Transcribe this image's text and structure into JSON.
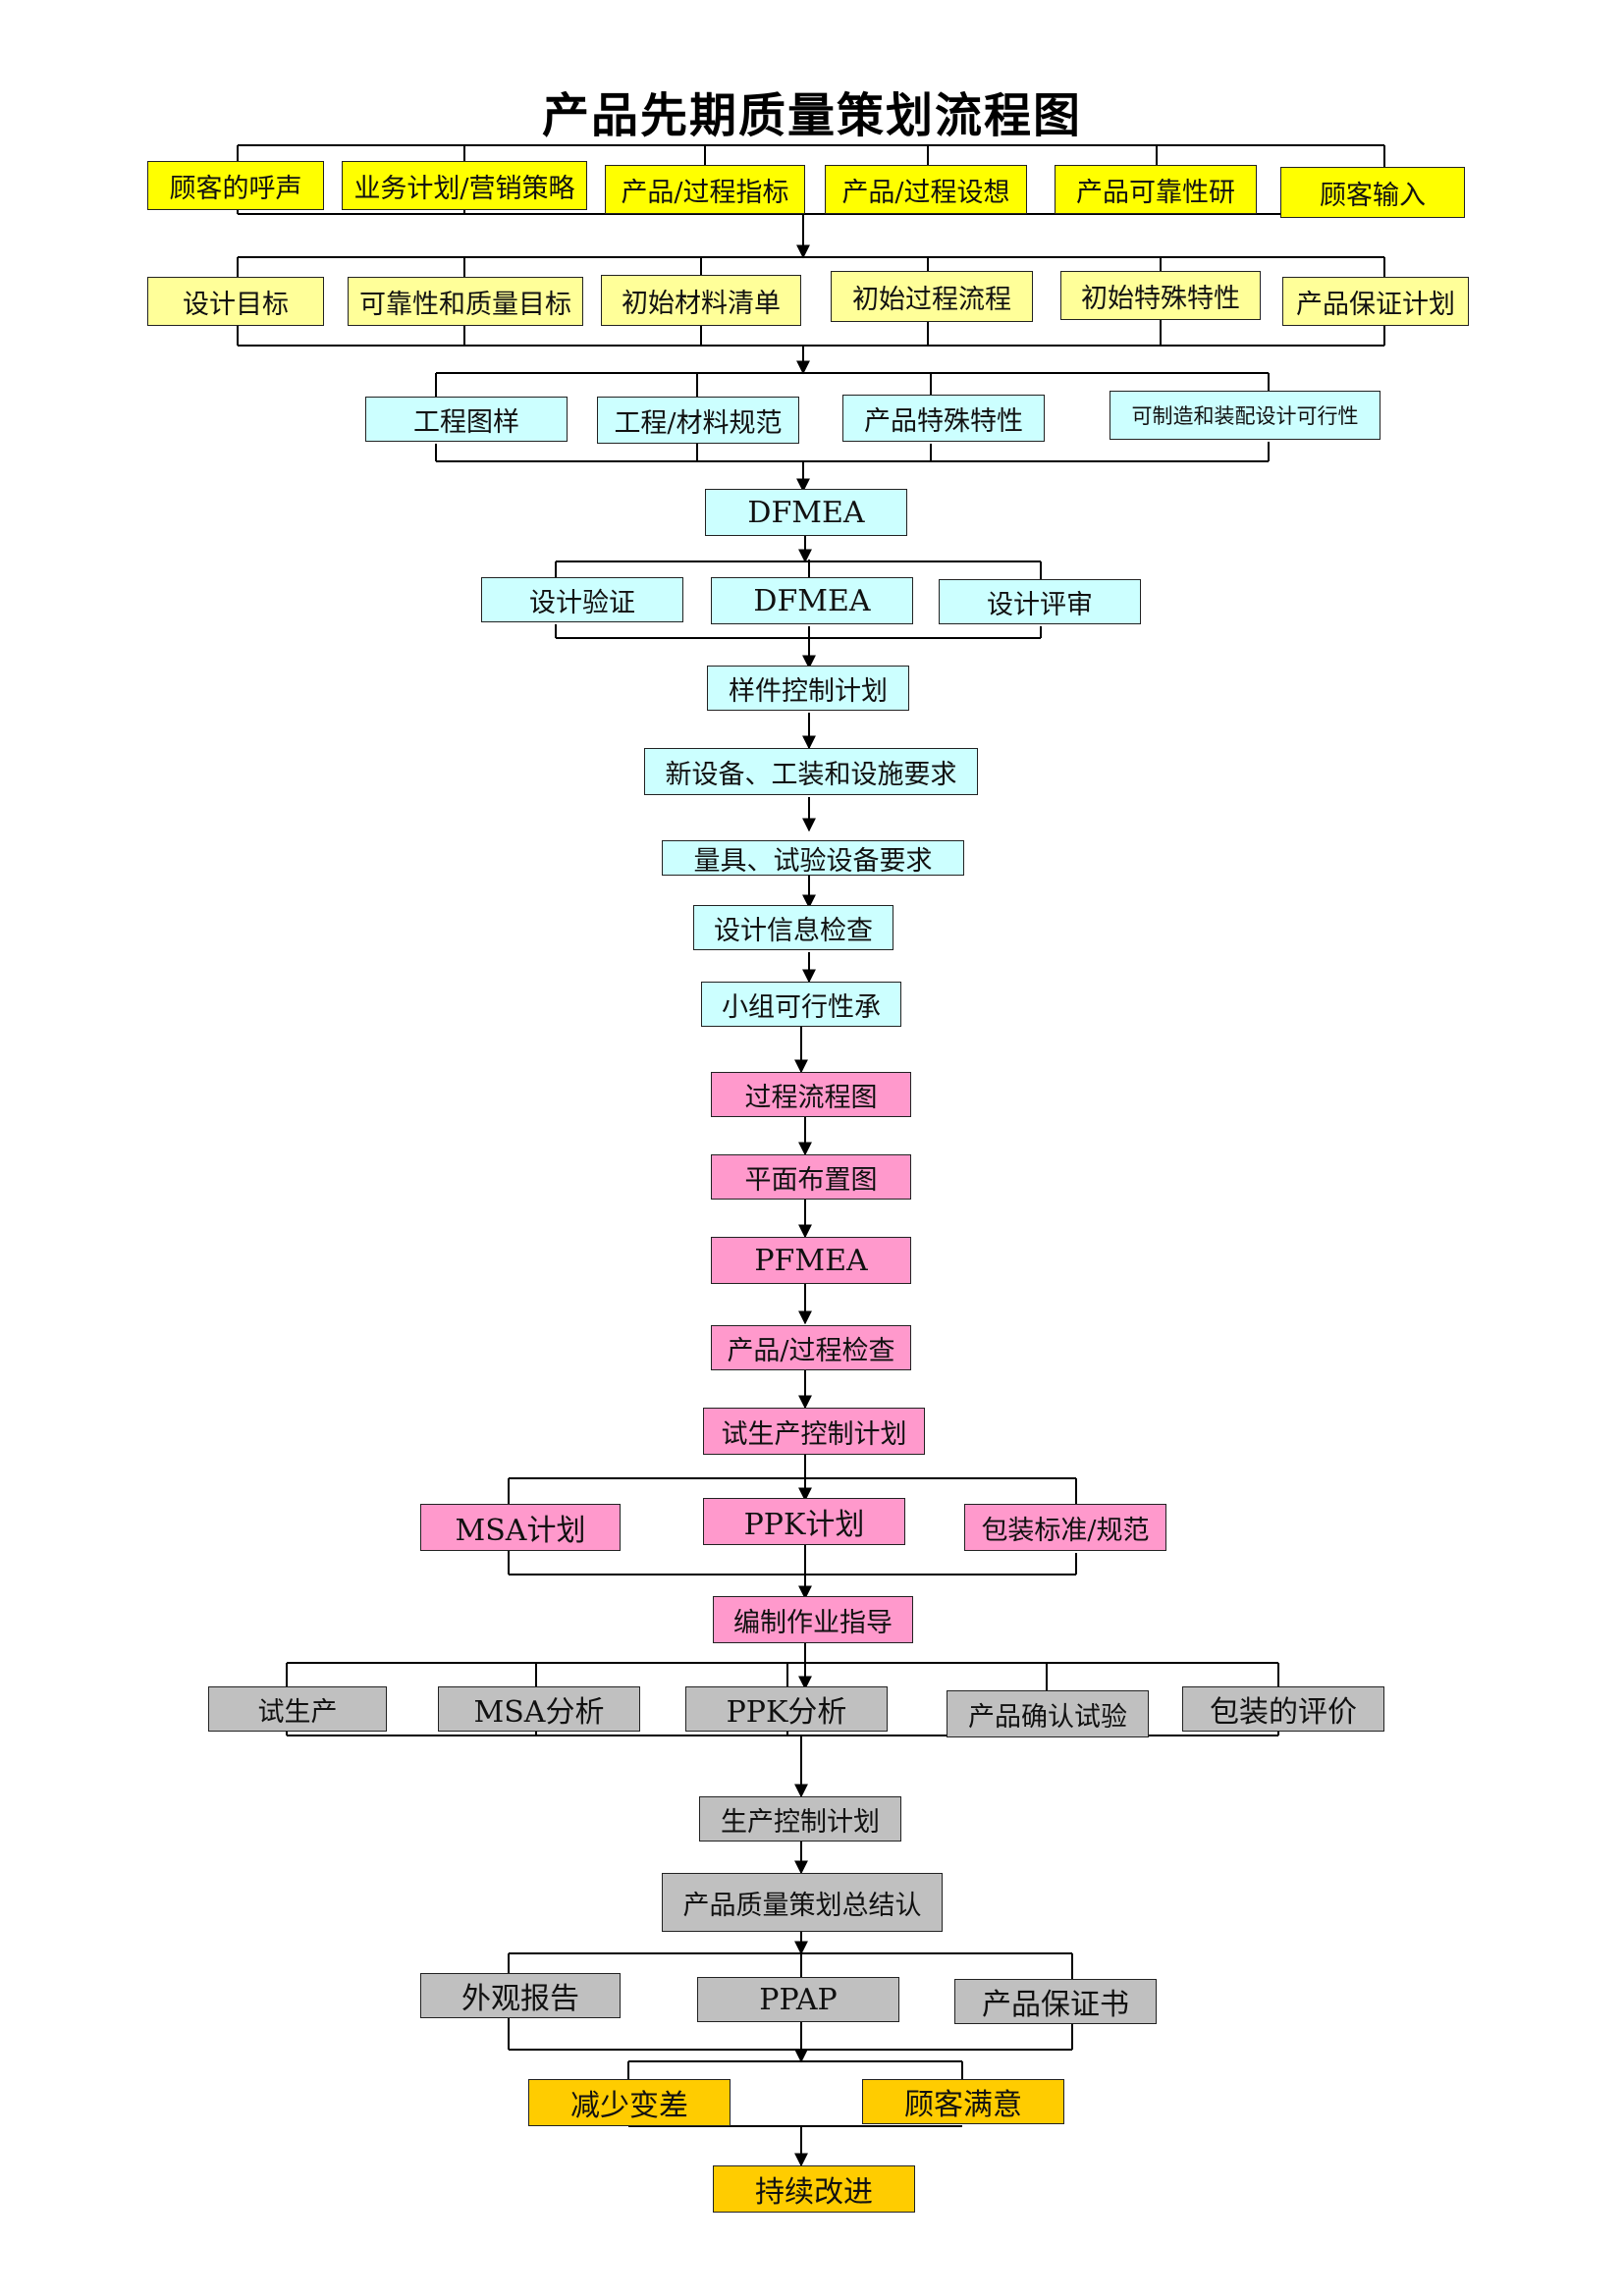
{
  "title": "产品先期质量策划流程图",
  "colors": {
    "yellow": "#ffff00",
    "light_yellow": "#ffff99",
    "cyan": "#ccffff",
    "pink": "#ff99cc",
    "gray": "#c0c0c0",
    "gold": "#ffcc00"
  },
  "row1": [
    "顾客的呼声",
    "业务计划/营销策略",
    "产品/过程指标",
    "产品/过程设想",
    "产品可靠性研",
    "顾客输入"
  ],
  "row2": [
    "设计目标",
    "可靠性和质量目标",
    "初始材料清单",
    "初始过程流程",
    "初始特殊特性",
    "产品保证计划"
  ],
  "row3": [
    "工程图样",
    "工程/材料规范",
    "产品特殊特性",
    "可制造和装配设计可行性"
  ],
  "dfmea_top": "DFMEA",
  "row4": [
    "设计验证",
    "DFMEA",
    "设计评审"
  ],
  "chain_cyan": [
    "样件控制计划",
    "新设备、工装和设施要求",
    "量具、试验设备要求",
    "设计信息检查",
    "小组可行性承"
  ],
  "chain_pink": [
    "过程流程图",
    "平面布置图",
    "PFMEA",
    "产品/过程检查",
    "试生产控制计划"
  ],
  "row5": [
    "MSA计划",
    "PPK计划",
    "包装标准/规范"
  ],
  "work_instruction": "编制作业指导",
  "row6": [
    "试生产",
    "MSA分析",
    "PPK分析",
    "产品确认试验",
    "包装的评价"
  ],
  "prod_control": "生产控制计划",
  "summary": "产品质量策划总结认",
  "row7": [
    "外观报告",
    "PPAP",
    "产品保证书"
  ],
  "row8": [
    "减少变差",
    "顾客满意"
  ],
  "final": "持续改进"
}
